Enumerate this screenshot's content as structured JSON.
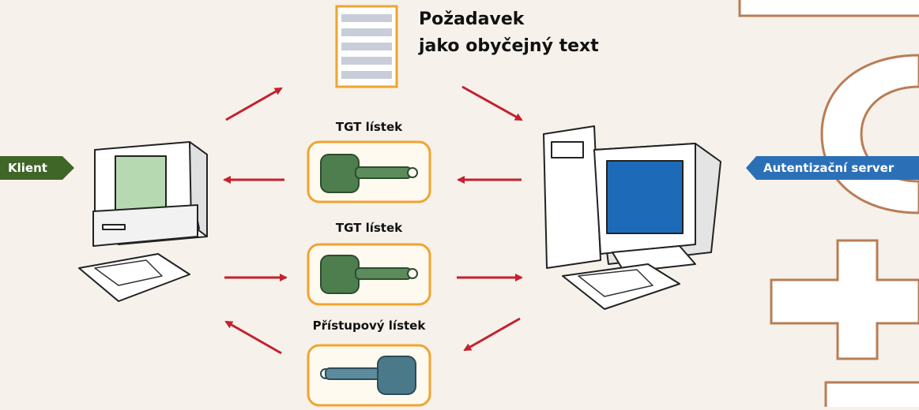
{
  "request": {
    "line1": "Požadavek",
    "line2": "jako obyčejný text"
  },
  "client_label": "Klient",
  "server_label": "Autentizační server",
  "tickets": [
    {
      "caption": "TGT lístek",
      "color": "#4e7e4e"
    },
    {
      "caption": "TGT lístek",
      "color": "#4e7e4e"
    },
    {
      "caption": "Přístupový lístek",
      "color": "#4a7a8a"
    }
  ],
  "colors": {
    "arrow": "#c4202f",
    "ticket_border": "#f0a431",
    "client_label_bg": "#3f6527",
    "server_label_bg": "#2b70b7",
    "client_screen": "#b7d9b1",
    "server_screen": "#1d6bb8",
    "decor": "#b87d55"
  }
}
